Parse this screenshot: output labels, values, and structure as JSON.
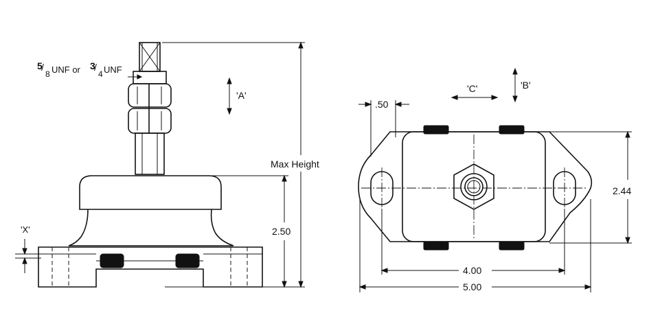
{
  "side_view": {
    "thread_label_num1": "5",
    "thread_label_den1": "8",
    "thread_label_mid": "UNF or ",
    "thread_label_num2": "3",
    "thread_label_den2": "4",
    "thread_label_end": "UNF",
    "arrow_a_label": "'A'",
    "max_height_label": "Max Height",
    "height_dim_label": "2.50",
    "x_label": "'X'"
  },
  "top_view": {
    "dim_050_label": ".50",
    "arrow_c_label": "'C'",
    "arrow_b_label": "'B'",
    "dim_244_label": "2.44",
    "dim_400_label": "4.00",
    "dim_500_label": "5.00"
  }
}
